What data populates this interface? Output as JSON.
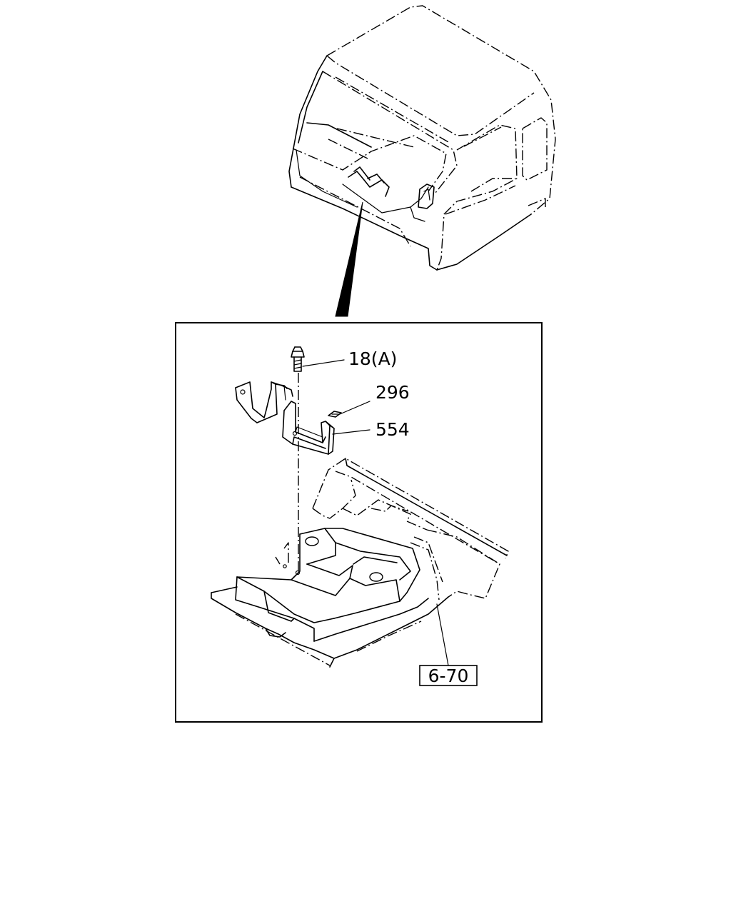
{
  "callouts": {
    "bolt": "18(A)",
    "part_296": "296",
    "part_554": "554"
  },
  "reference": {
    "label": "6-70"
  }
}
